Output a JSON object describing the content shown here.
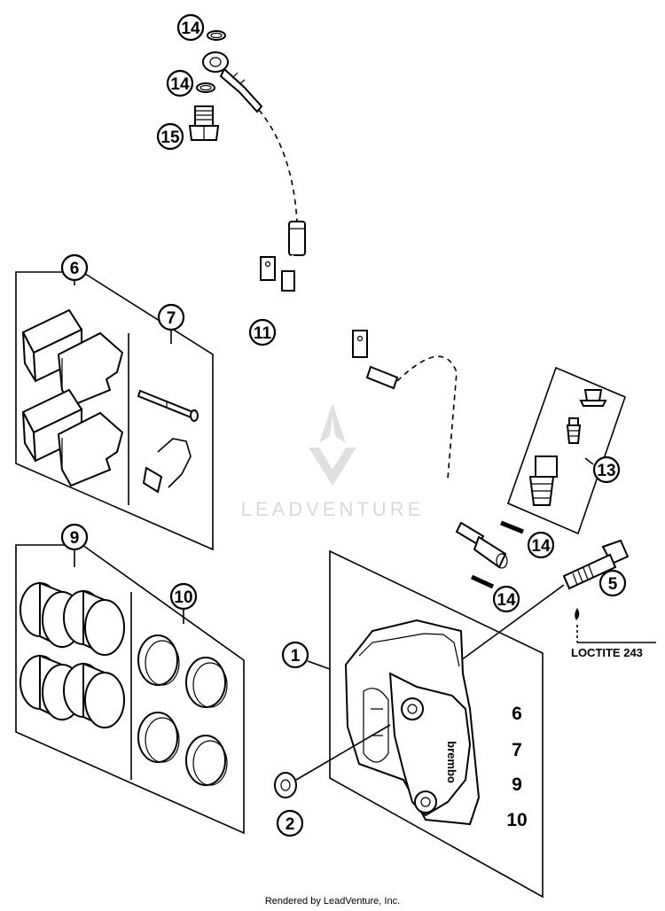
{
  "callouts": {
    "c14a": "14",
    "c14b": "14",
    "c15": "15",
    "c6": "6",
    "c7": "7",
    "c11": "11",
    "c13": "13",
    "c14c": "14",
    "c14d": "14",
    "c5": "5",
    "c9": "9",
    "c10": "10",
    "c1": "1",
    "c2": "2"
  },
  "kit_numbers": [
    "6",
    "7",
    "9",
    "10"
  ],
  "note": "LOCTITE 243",
  "caliper_brand": "brembo",
  "watermark": "LEADVENTURE",
  "footer": "Rendered by LeadVenture, Inc."
}
